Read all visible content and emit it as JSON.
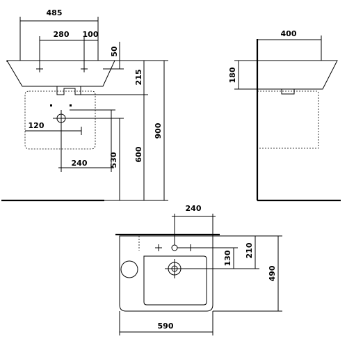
{
  "front_view": {
    "width_total": "485",
    "hole_spacing": "280",
    "hole_to_edge": "100",
    "rim_drop": "50",
    "depth_215": "215",
    "waste_offset": "120",
    "inner_width": "240",
    "height_530": "530",
    "height_600": "600",
    "height_900": "900"
  },
  "side_view": {
    "depth": "400",
    "height": "180"
  },
  "top_view": {
    "tap_offset": "240",
    "tap_depth": "210",
    "waste_depth": "130",
    "overall_depth": "490",
    "overall_width": "590"
  }
}
